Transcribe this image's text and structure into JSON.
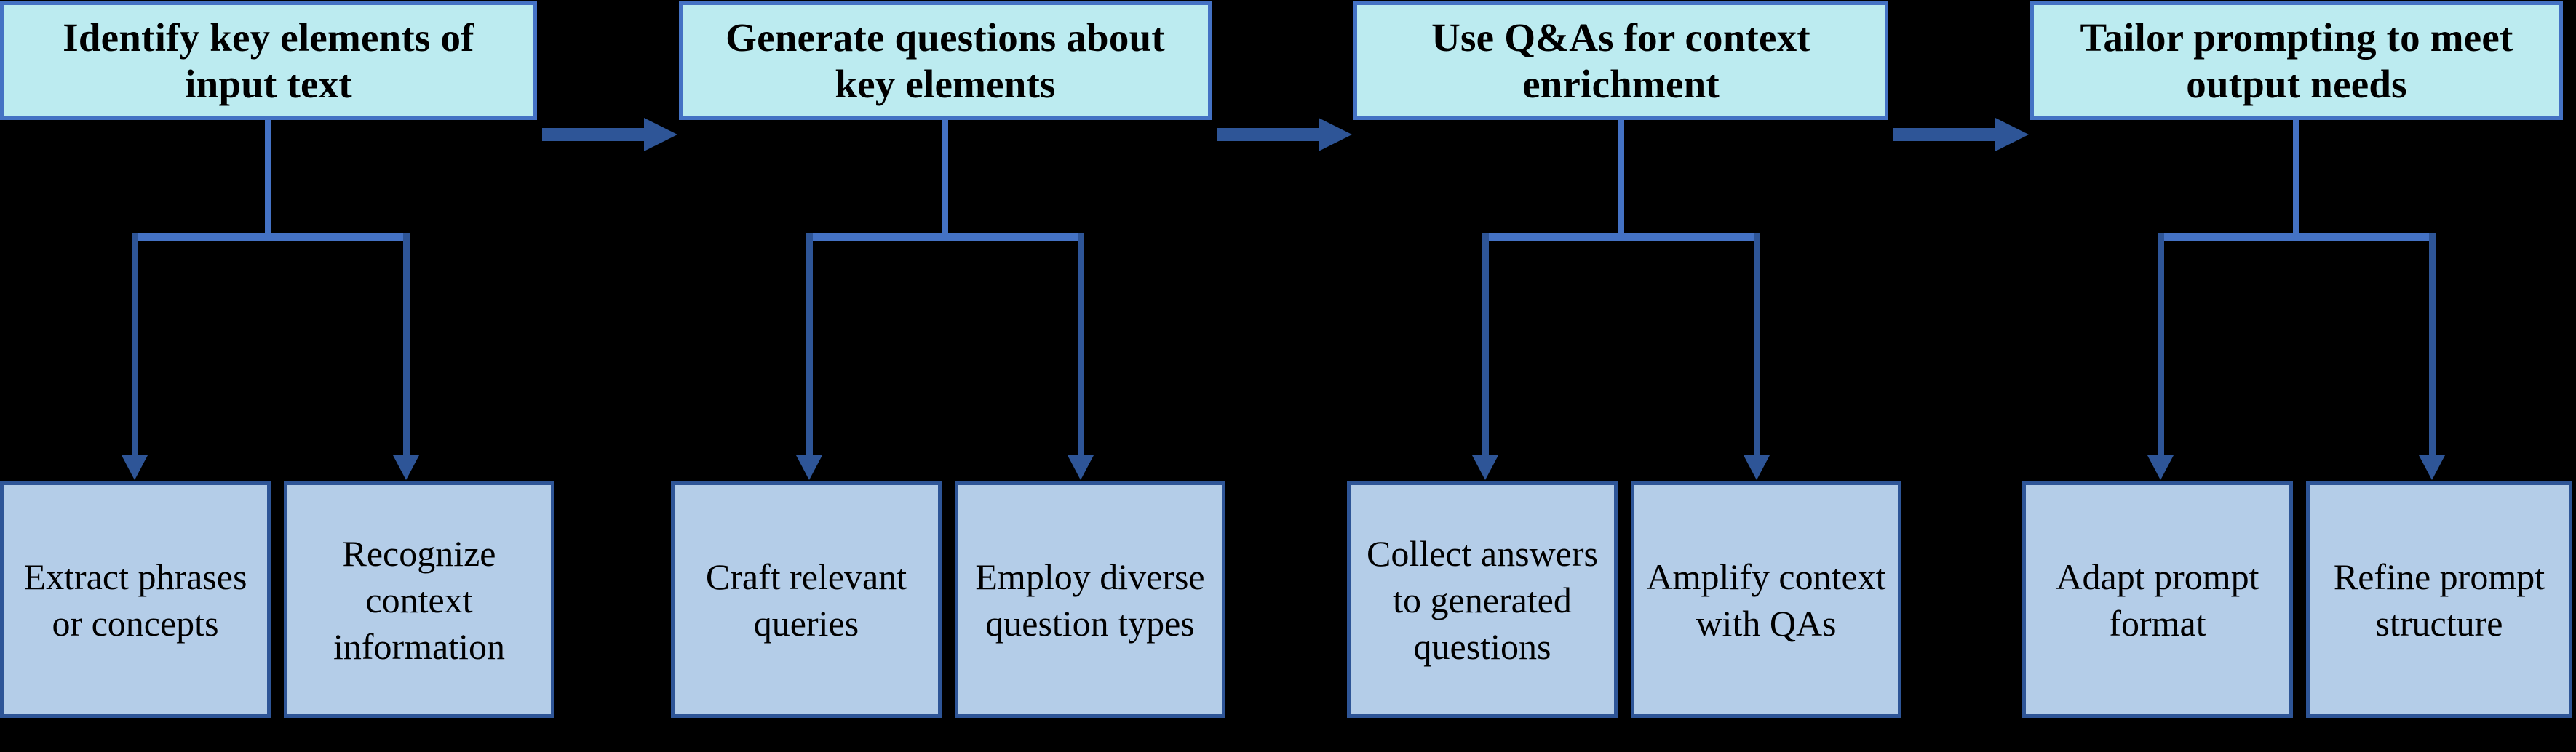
{
  "diagram": {
    "title": "Prompt engineering pipeline flowchart",
    "background_color": "#000000",
    "stage_fill": "#bcebf0",
    "stage_border": "#4472c4",
    "sub_fill": "#b4cde8",
    "sub_border": "#2e5597",
    "arrow_color": "#2e5597",
    "connector_color": "#4472c4",
    "text_color": "#000000"
  },
  "stages": [
    {
      "id": "stage-1",
      "label": "Identify key elements of input text",
      "children": [
        {
          "id": "sub-1a",
          "label": "Extract phrases or concepts"
        },
        {
          "id": "sub-1b",
          "label": "Recognize context information"
        }
      ]
    },
    {
      "id": "stage-2",
      "label": "Generate questions about key elements",
      "children": [
        {
          "id": "sub-2a",
          "label": "Craft relevant queries"
        },
        {
          "id": "sub-2b",
          "label": "Employ diverse question types"
        }
      ]
    },
    {
      "id": "stage-3",
      "label": "Use Q&As for context enrichment",
      "children": [
        {
          "id": "sub-3a",
          "label": "Collect answers to generated questions"
        },
        {
          "id": "sub-3b",
          "label": "Amplify context with QAs"
        }
      ]
    },
    {
      "id": "stage-4",
      "label": "Tailor prompting to meet output needs",
      "children": [
        {
          "id": "sub-4a",
          "label": "Adapt prompt format"
        },
        {
          "id": "sub-4b",
          "label": "Refine prompt structure"
        }
      ]
    }
  ],
  "flow_arrows": [
    {
      "id": "arrow-1-2",
      "from": "stage-1",
      "to": "stage-2",
      "direction": "right"
    },
    {
      "id": "arrow-2-3",
      "from": "stage-2",
      "to": "stage-3",
      "direction": "right"
    },
    {
      "id": "arrow-3-4",
      "from": "stage-3",
      "to": "stage-4",
      "direction": "right"
    }
  ]
}
